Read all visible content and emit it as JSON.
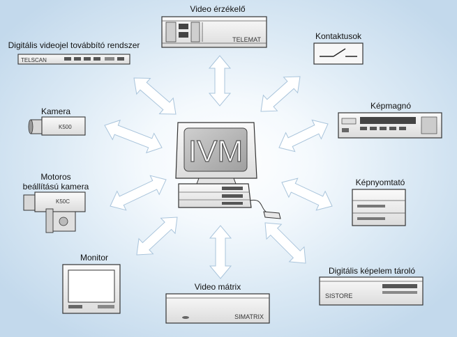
{
  "center": {
    "screen_text": "IVM"
  },
  "devices": {
    "video_sensor": {
      "label": "Video érzékelő",
      "brand": "TELEMAT"
    },
    "video_transmit": {
      "label": "Digitális videojel továbbító rendszer",
      "brand": "TELSCAN"
    },
    "contacts": {
      "label": "Kontaktusok"
    },
    "camera": {
      "label": "Kamera",
      "brand": "K500"
    },
    "vcr": {
      "label": "Képmagnó"
    },
    "ptz_camera": {
      "label": "Motoros\nbeállítású kamera",
      "brand": "K50C"
    },
    "printer": {
      "label": "Képnyomtató"
    },
    "monitor": {
      "label": "Monitor"
    },
    "video_matrix": {
      "label": "Video mátrix",
      "brand": "SIMATRIX"
    },
    "image_store": {
      "label": "Digitális képelem tároló",
      "brand": "SISTORE"
    }
  },
  "colors": {
    "arrow_fill": "#ffffff",
    "arrow_stroke": "#a9c4db",
    "device_body": "#f2f2f2",
    "device_line": "#333333",
    "screen_gray": "#b9b9b9"
  }
}
